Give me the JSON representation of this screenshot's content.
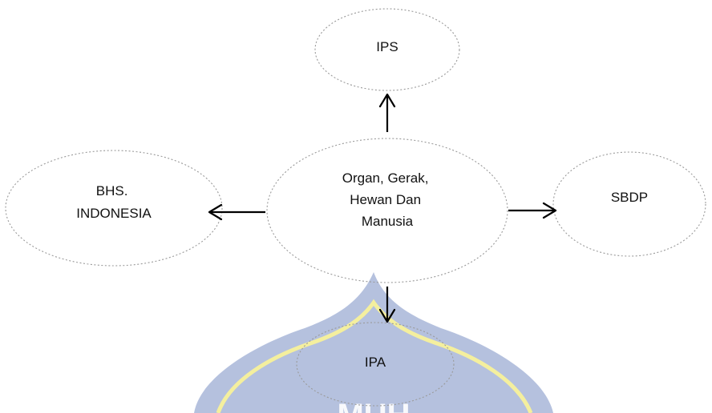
{
  "diagram": {
    "center": {
      "lines": [
        "Organ, Gerak,",
        "Hewan Dan",
        "Manusia"
      ]
    },
    "nodes": {
      "top": {
        "lines": [
          "IPS"
        ]
      },
      "left": {
        "lines": [
          "BHS.",
          "INDONESIA"
        ]
      },
      "right": {
        "lines": [
          "SBDP"
        ]
      },
      "bottom": {
        "lines": [
          "IPA"
        ]
      }
    },
    "watermark": {
      "text": "MUH",
      "colors": {
        "dome": "#b5c1de",
        "outline": "#f4ef9e"
      }
    }
  }
}
